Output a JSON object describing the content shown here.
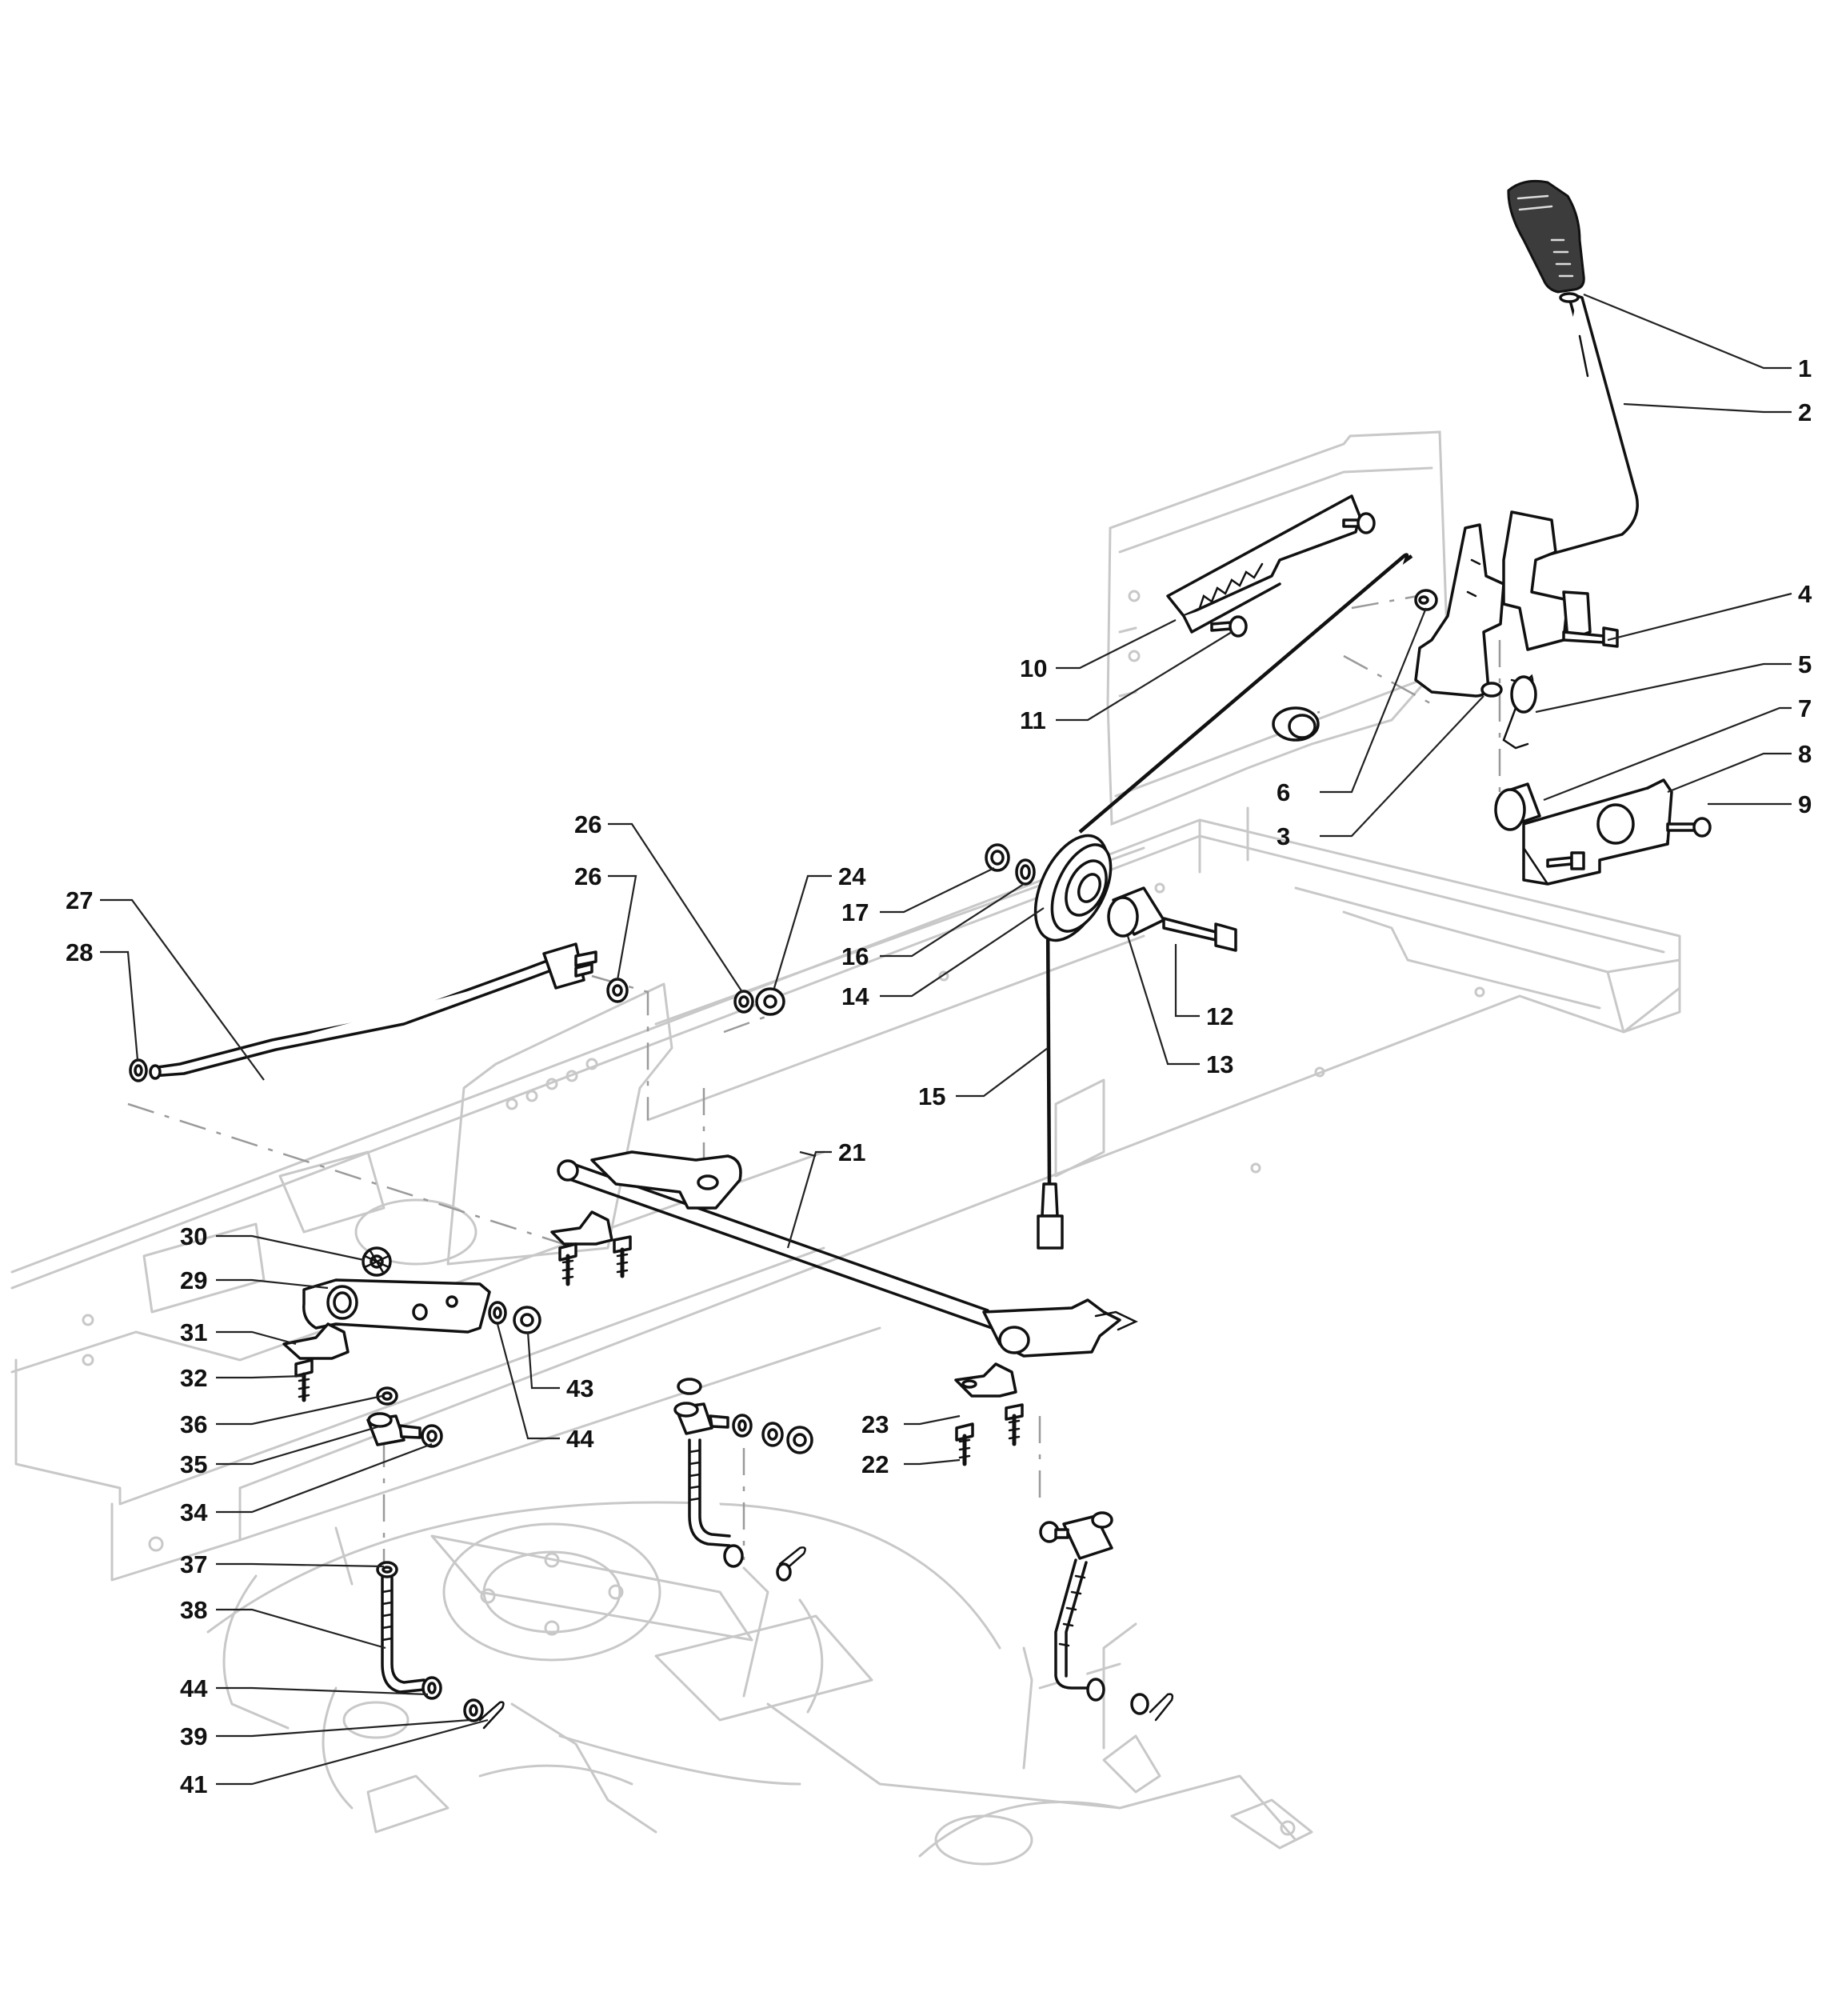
{
  "callouts": [
    {
      "id": "c1",
      "label": "1"
    },
    {
      "id": "c2",
      "label": "2"
    },
    {
      "id": "c3",
      "label": "3"
    },
    {
      "id": "c4",
      "label": "4"
    },
    {
      "id": "c5",
      "label": "5"
    },
    {
      "id": "c6",
      "label": "6"
    },
    {
      "id": "c7",
      "label": "7"
    },
    {
      "id": "c8",
      "label": "8"
    },
    {
      "id": "c9",
      "label": "9"
    },
    {
      "id": "c10",
      "label": "10"
    },
    {
      "id": "c11",
      "label": "11"
    },
    {
      "id": "c12",
      "label": "12"
    },
    {
      "id": "c13",
      "label": "13"
    },
    {
      "id": "c14",
      "label": "14"
    },
    {
      "id": "c15",
      "label": "15"
    },
    {
      "id": "c16",
      "label": "16"
    },
    {
      "id": "c17",
      "label": "17"
    },
    {
      "id": "c21",
      "label": "21"
    },
    {
      "id": "c22",
      "label": "22"
    },
    {
      "id": "c23",
      "label": "23"
    },
    {
      "id": "c24",
      "label": "24"
    },
    {
      "id": "c26a",
      "label": "26"
    },
    {
      "id": "c26b",
      "label": "26"
    },
    {
      "id": "c27",
      "label": "27"
    },
    {
      "id": "c28",
      "label": "28"
    },
    {
      "id": "c29",
      "label": "29"
    },
    {
      "id": "c30",
      "label": "30"
    },
    {
      "id": "c31",
      "label": "31"
    },
    {
      "id": "c32",
      "label": "32"
    },
    {
      "id": "c34",
      "label": "34"
    },
    {
      "id": "c35",
      "label": "35"
    },
    {
      "id": "c36",
      "label": "36"
    },
    {
      "id": "c37",
      "label": "37"
    },
    {
      "id": "c38",
      "label": "38"
    },
    {
      "id": "c39",
      "label": "39"
    },
    {
      "id": "c41",
      "label": "41"
    },
    {
      "id": "c43",
      "label": "43"
    },
    {
      "id": "c44a",
      "label": "44"
    },
    {
      "id": "c44b",
      "label": "44"
    }
  ]
}
